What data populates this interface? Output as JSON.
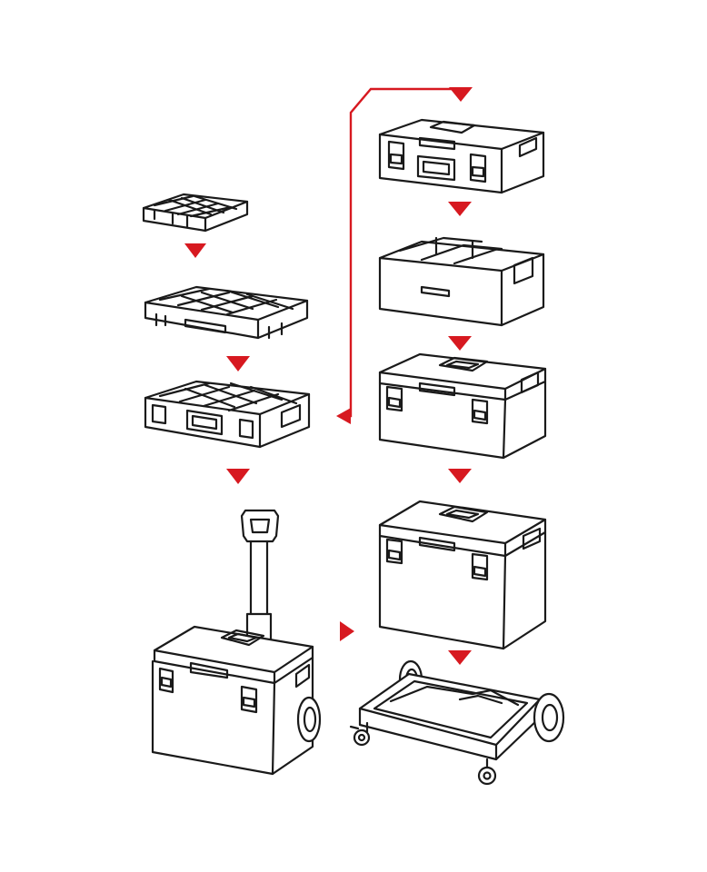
{
  "colors": {
    "background": "#ffffff",
    "line": "#1a1a1a",
    "accent": "#d71920"
  },
  "diagram": {
    "left_column": [
      "small-organizer",
      "medium-organizer",
      "deep-organizer",
      "mobile-trolley-box"
    ],
    "right_column": [
      "toolbox-with-tray",
      "removable-tray",
      "medium-toolbox",
      "tall-toolbox",
      "wheeled-platform"
    ],
    "icons": {
      "down_arrow": "triangle-down-icon",
      "left_arrow": "triangle-left-icon",
      "right_arrow": "triangle-right-icon"
    }
  }
}
